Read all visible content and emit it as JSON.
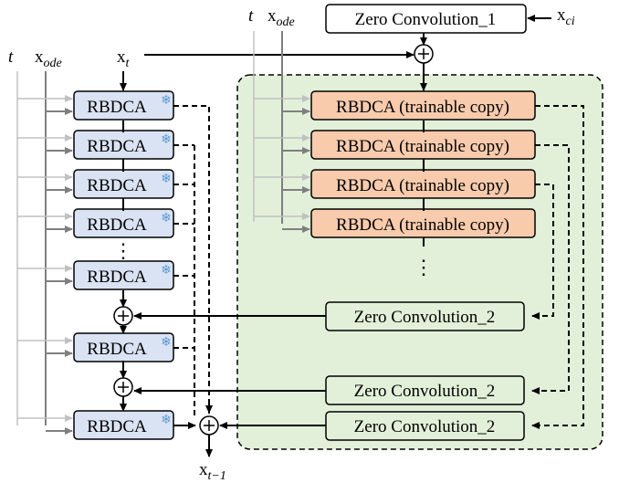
{
  "inputs": {
    "t": "t",
    "x_ode_base": "x",
    "x_ode_sub": "ode",
    "x_t_base": "x",
    "x_t_sub": "t",
    "x_ci_base": "x",
    "x_ci_sub": "ci",
    "x_out_base": "x",
    "x_out_sub": "t−1"
  },
  "blocks": {
    "frozen_label": "RBDCA",
    "trainable_label": "RBDCA (trainable copy)",
    "zero_conv_1": "Zero Convolution_1",
    "zero_conv_2": "Zero Convolution_2",
    "ellipsis": "⋮",
    "plus": "+",
    "snowflake": "❄"
  },
  "colors": {
    "frozen_fill": "#dae3f3",
    "trainable_fill": "#f8cbad",
    "zero_conv_fill": "#ffffff",
    "region_fill": "#e2f0d9",
    "gray_line": "#c0c0c0",
    "dark_gray_line": "#7f7f7f",
    "snowflake": "#5b9bd5"
  }
}
